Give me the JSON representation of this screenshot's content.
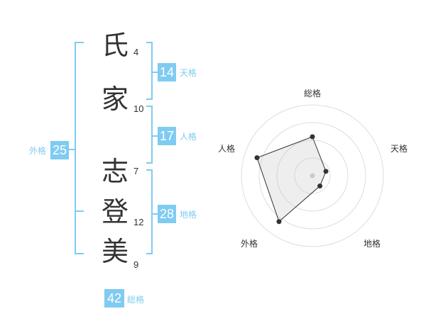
{
  "name": {
    "chars": [
      {
        "char": "氏",
        "strokes": "4"
      },
      {
        "char": "家",
        "strokes": "10"
      },
      {
        "char": "志",
        "strokes": "7"
      },
      {
        "char": "登",
        "strokes": "12"
      },
      {
        "char": "美",
        "strokes": "9"
      }
    ]
  },
  "kakusu": {
    "tenkaku": {
      "value": "14",
      "label": "天格"
    },
    "jinkaku": {
      "value": "17",
      "label": "人格"
    },
    "chikaku": {
      "value": "28",
      "label": "地格"
    },
    "gaikaku": {
      "value": "25",
      "label": "外格"
    },
    "soukaku": {
      "value": "42",
      "label": "総格"
    }
  },
  "colors": {
    "accent": "#7fcbf2",
    "text": "#333333",
    "grid": "#dddddd"
  },
  "chart_data": {
    "type": "radar",
    "axes": [
      "総格",
      "天格",
      "地格",
      "外格",
      "人格"
    ],
    "values": [
      0.55,
      0.2,
      0.18,
      0.8,
      0.82
    ],
    "range": [
      0,
      1
    ],
    "rings": 4
  }
}
